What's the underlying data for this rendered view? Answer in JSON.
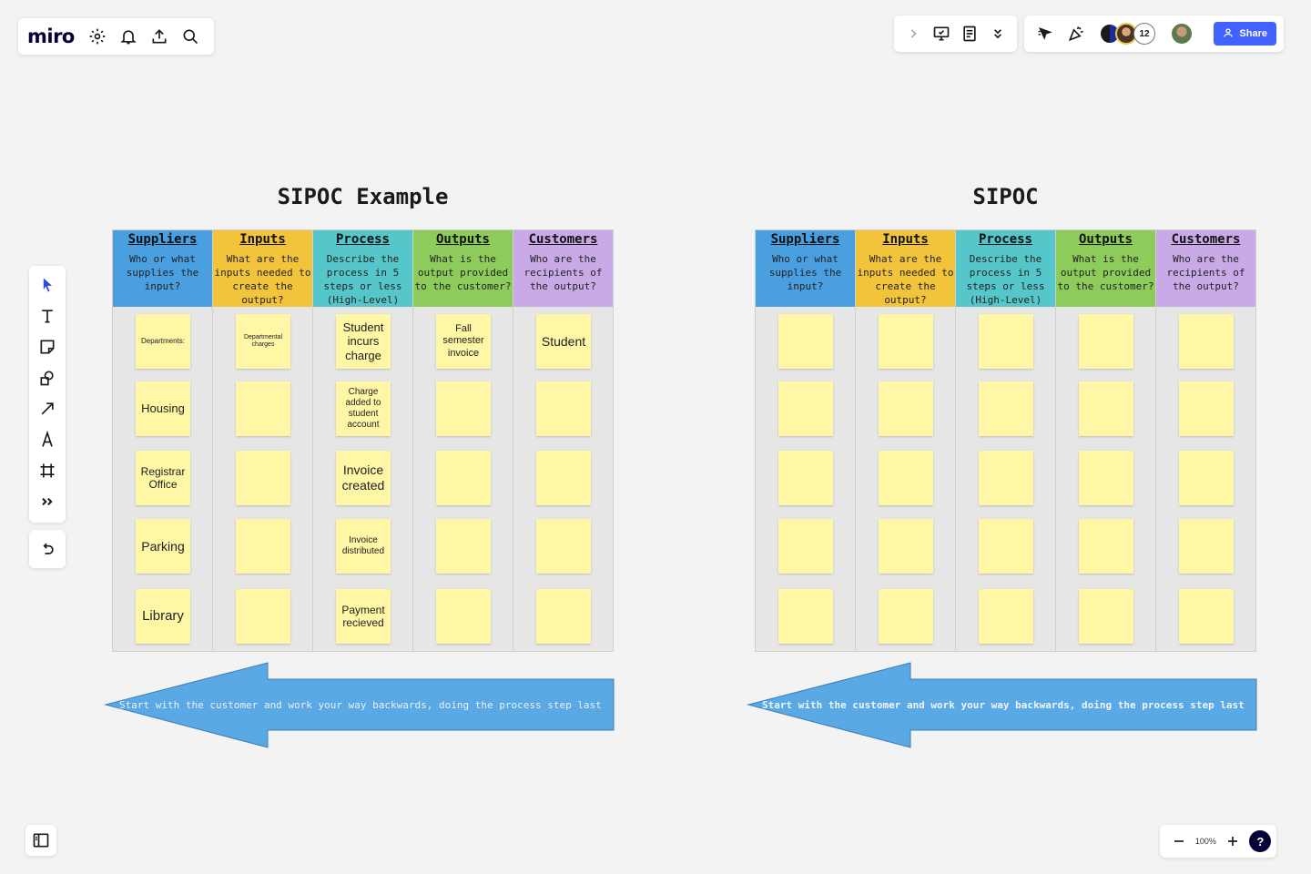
{
  "app": {
    "logo": "miro"
  },
  "topbar": {
    "zoom": "100%",
    "share_label": "Share",
    "collaborators_count": "12",
    "help_label": "?"
  },
  "colors": {
    "suppliers": "#4a9fe0",
    "inputs": "#f2c43b",
    "process": "#55c6c9",
    "outputs": "#8dcc5a",
    "customers": "#c9a9e6",
    "sticky": "#fff6a6",
    "arrow": "#5aa8e4",
    "accent": "#4262ff"
  },
  "board_left": {
    "title": "SIPOC Example",
    "columns": [
      {
        "heading": "Suppliers",
        "desc": "Who or what supplies the input?",
        "notes": [
          "Departments:",
          "Housing",
          "Registrar Office",
          "Parking",
          "Library"
        ]
      },
      {
        "heading": "Inputs",
        "desc": "What are the inputs needed to create the output?",
        "notes": [
          "Departmental charges",
          "",
          "",
          "",
          ""
        ]
      },
      {
        "heading": "Process",
        "desc": "Describe the process in 5 steps or less (High-Level)",
        "notes": [
          "Student incurs charge",
          "Charge added to student account",
          "Invoice created",
          "Invoice distributed",
          "Payment recieved"
        ]
      },
      {
        "heading": "Outputs",
        "desc": "What is the output provided to the customer?",
        "notes": [
          "Fall semester invoice",
          "",
          "",
          "",
          ""
        ]
      },
      {
        "heading": "Customers",
        "desc": "Who are the recipients of the output?",
        "notes": [
          "Student",
          "",
          "",
          "",
          ""
        ]
      }
    ],
    "arrow_text": "Start with the customer and work your way backwards, doing the process step last"
  },
  "board_right": {
    "title": "SIPOC",
    "columns": [
      {
        "heading": "Suppliers",
        "desc": "Who or what supplies the input?",
        "notes": [
          "",
          "",
          "",
          "",
          ""
        ]
      },
      {
        "heading": "Inputs",
        "desc": "What are the inputs needed to create the output?",
        "notes": [
          "",
          "",
          "",
          "",
          ""
        ]
      },
      {
        "heading": "Process",
        "desc": "Describe the process in 5 steps or less (High-Level)",
        "notes": [
          "",
          "",
          "",
          "",
          ""
        ]
      },
      {
        "heading": "Outputs",
        "desc": "What is the output provided to the customer?",
        "notes": [
          "",
          "",
          "",
          "",
          ""
        ]
      },
      {
        "heading": "Customers",
        "desc": "Who are the recipients of the output?",
        "notes": [
          "",
          "",
          "",
          "",
          ""
        ]
      }
    ],
    "arrow_text": "Start with the customer and work your way backwards, doing the process step last"
  }
}
